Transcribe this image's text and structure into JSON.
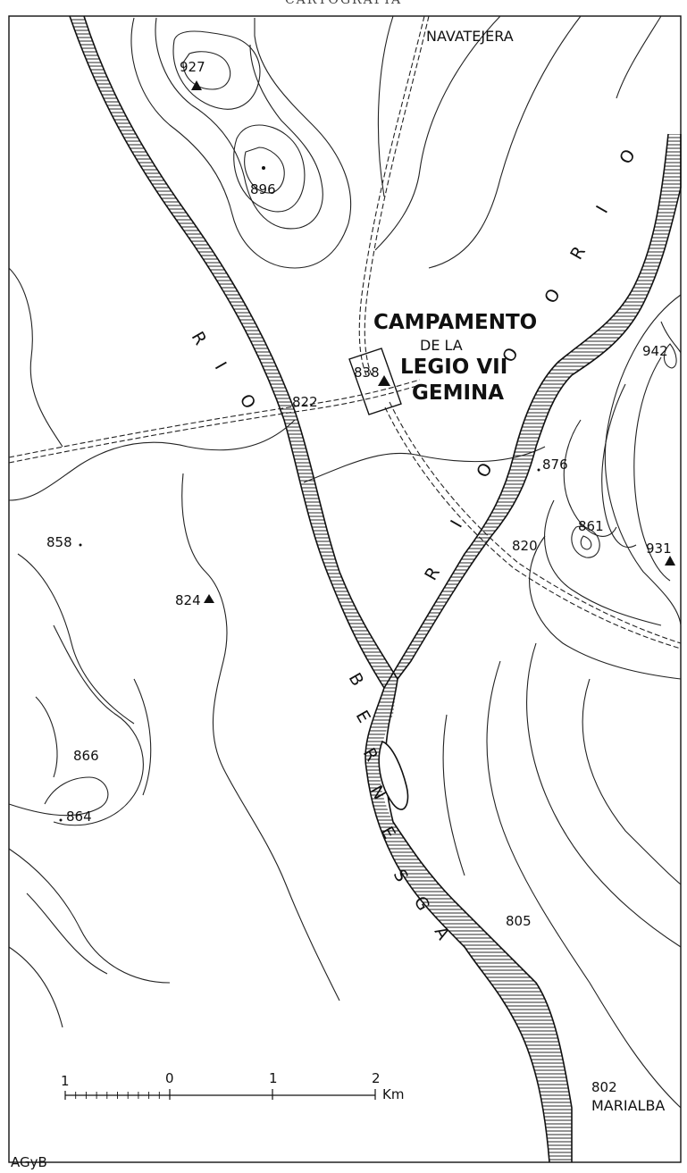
{
  "header_text": "CARTOGRAFÍA",
  "elevations": [
    "927",
    "896",
    "838",
    "822",
    "942",
    "876",
    "861",
    "820",
    "931",
    "858",
    "824",
    "866",
    "864",
    "805",
    "802"
  ],
  "places": {
    "navatejera": "NAVATEJERA",
    "marialba": "MARIALBA"
  },
  "camp": {
    "line1": "CAMPAMENTO",
    "line2": "DE LA",
    "line3": "LEGIO VII",
    "line4": "GEMINA"
  },
  "rivers": {
    "torio": "RIO TORIO",
    "torio_lower": "RIO",
    "bernesga": "RIO BERNESGA",
    "bernesga_name": "BERNESGA"
  },
  "scale": {
    "ticks": [
      "1",
      "0",
      "1",
      "2"
    ],
    "unit": "Km"
  },
  "credit": "AGyB",
  "colors": {
    "ink": "#111111",
    "paper": "#ffffff"
  }
}
